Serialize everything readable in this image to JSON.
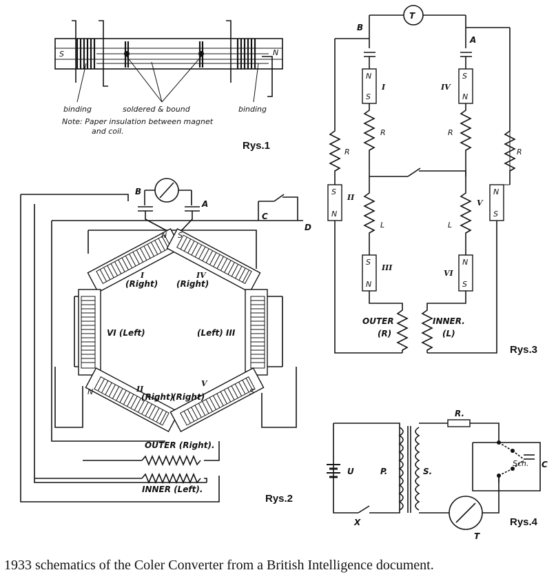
{
  "rys1": {
    "fig_label": "Rys.1",
    "annot_binding_left": "binding",
    "annot_soldered": "soldered & bound",
    "annot_binding_right": "binding",
    "note_line1": "Note: Paper insulation between magnet",
    "note_line2": "and coil.",
    "pole_left": "S",
    "pole_right": "N"
  },
  "rys2": {
    "fig_label": "Rys.2",
    "terminal_b": "B",
    "terminal_a": "A",
    "terminal_c": "C",
    "terminal_d": "D",
    "magnet_i": "I",
    "magnet_i_side": "(Right)",
    "magnet_iv": "IV",
    "magnet_iv_side": "(Right)",
    "magnet_vi": "VI (Left)",
    "magnet_iii": "(Left) III",
    "magnet_ii": "II",
    "magnet_ii_side": "(Right)",
    "magnet_v": "V",
    "magnet_v_side": "(Right)",
    "outer_coil": "OUTER (Right).",
    "inner_coil": "INNER (Left).",
    "pole_n": "N",
    "pole_s": "S"
  },
  "rys3": {
    "fig_label": "Rys.3",
    "meter": "T",
    "terminal_b": "B",
    "terminal_a": "A",
    "mag_i": "I",
    "mag_iv": "IV",
    "mag_ii": "II",
    "mag_v": "V",
    "mag_iii": "III",
    "mag_vi": "VI",
    "r_label": "R",
    "l_label": "L",
    "outer": "OUTER",
    "outer_sub": "(R)",
    "inner": "INNER.",
    "inner_sub": "(L)",
    "pole_n": "N",
    "pole_s": "S"
  },
  "rys4": {
    "fig_label": "Rys.4",
    "battery": "U",
    "primary": "P.",
    "secondary": "S.",
    "resistor": "R.",
    "switch": "X",
    "meter": "T",
    "sch": "Sch.",
    "cap": "C"
  },
  "caption": "1933 schematics of the Coler Converter from a British Intelligence document."
}
